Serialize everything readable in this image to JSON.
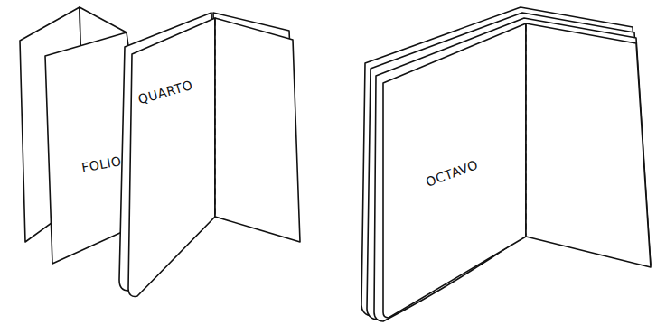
{
  "diagram": {
    "labels": [
      "FOLIO",
      "QUARTO",
      "OCTAVO"
    ]
  }
}
